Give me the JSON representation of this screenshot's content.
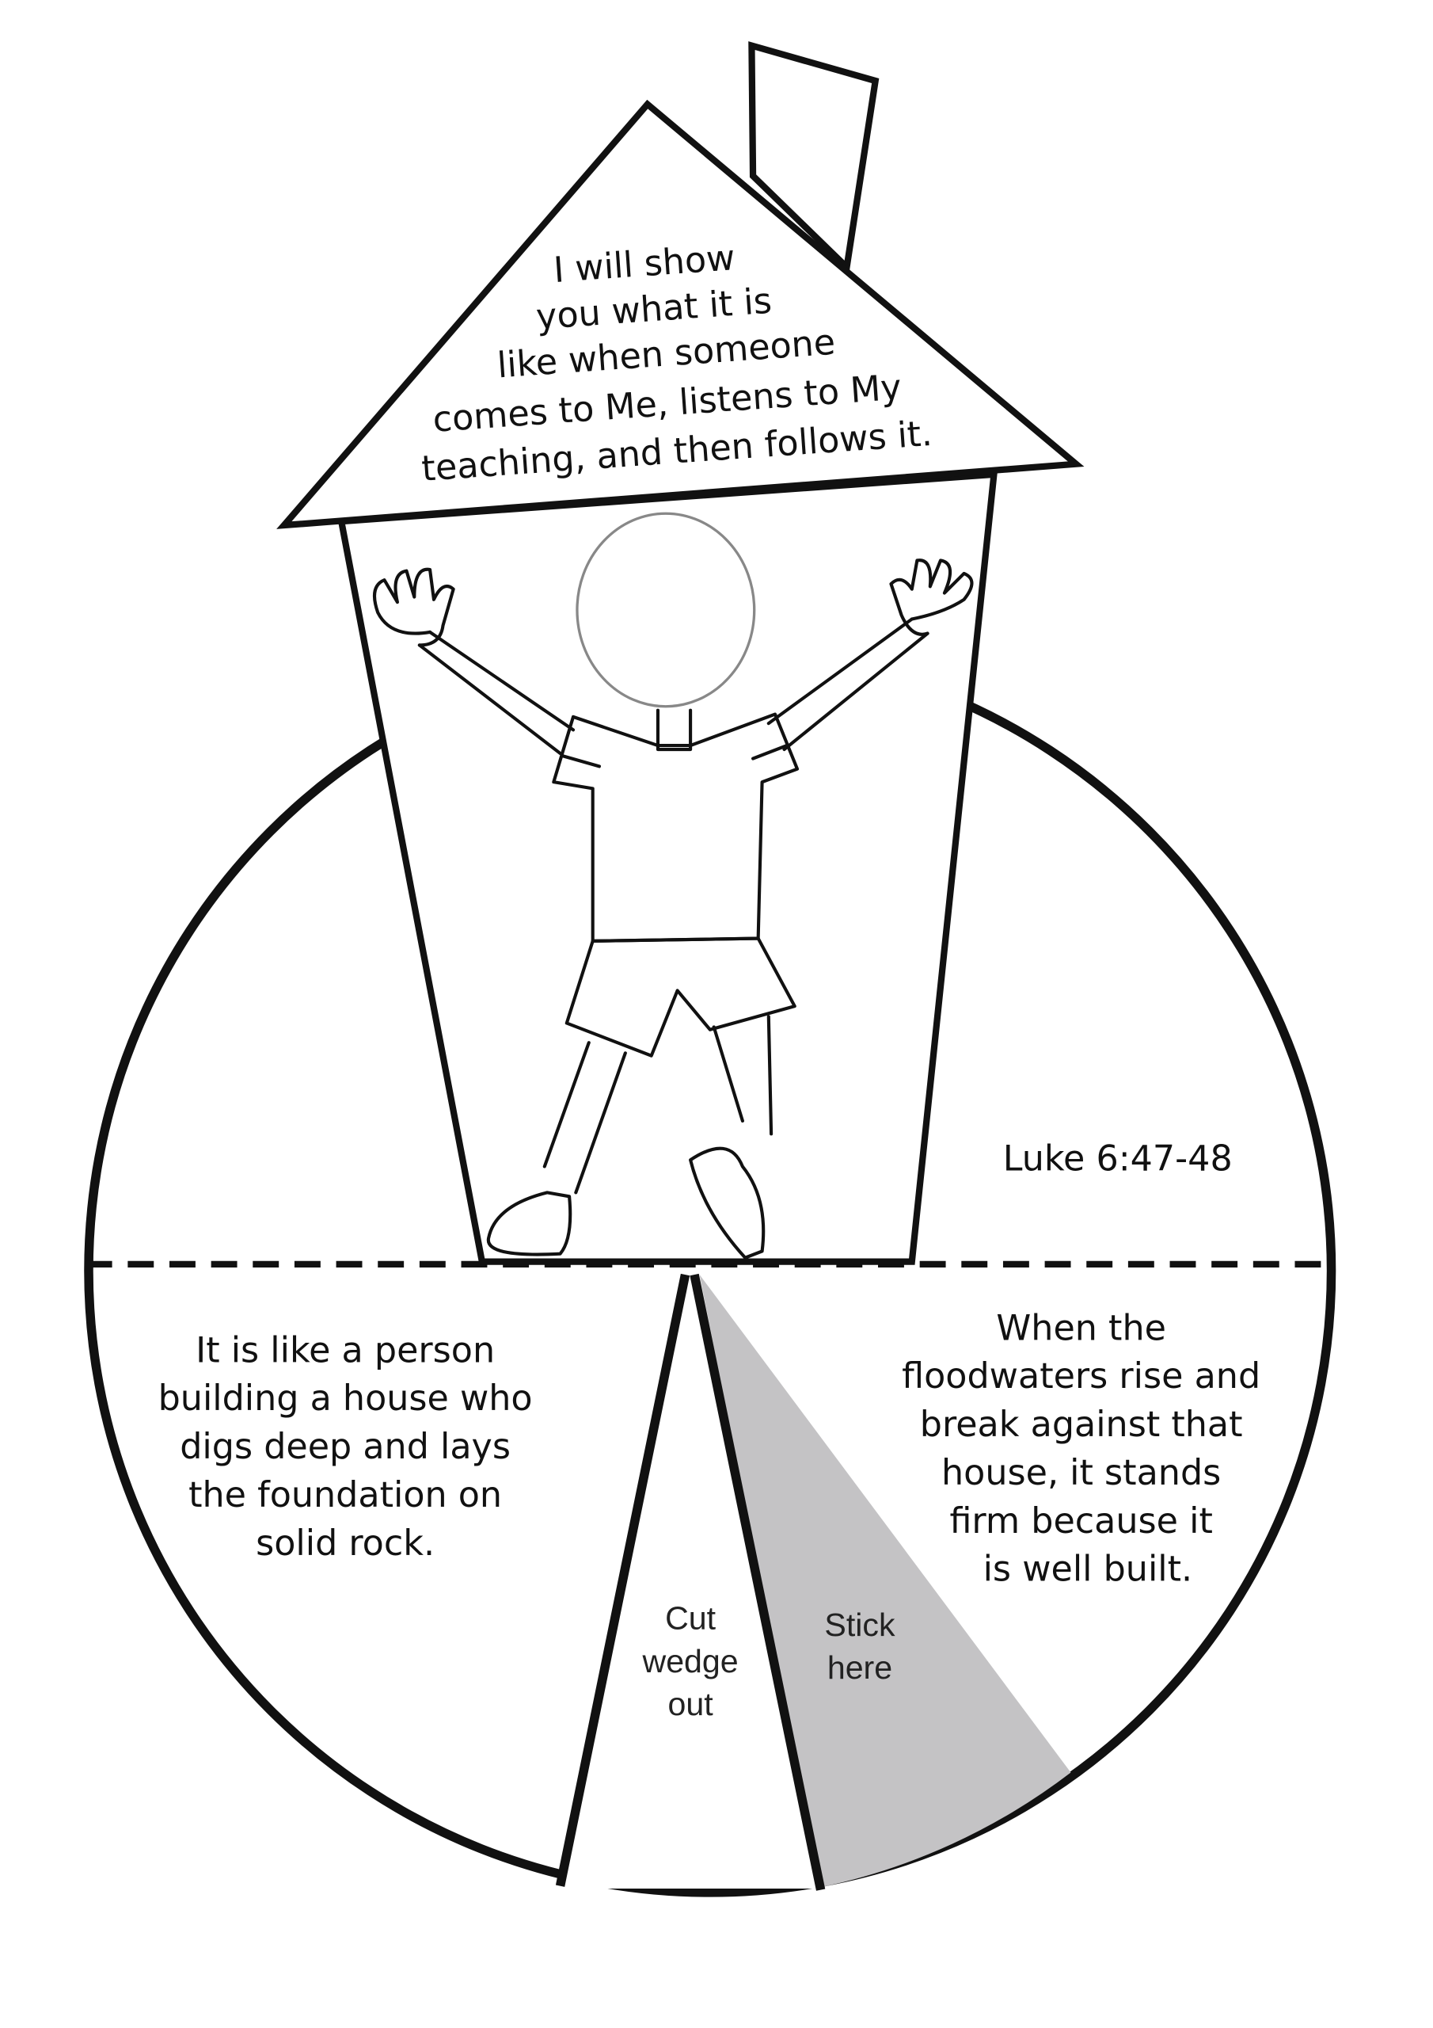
{
  "roof_text": [
    "I will show",
    "you what it is",
    "like when someone",
    "comes to Me, listens to My",
    "teaching, and then follows it."
  ],
  "reference": "Luke 6:47-48",
  "left_text": [
    "It is like a person",
    "building a house who",
    "digs deep and lays",
    "the foundation on",
    "solid rock."
  ],
  "right_text": [
    "When the",
    "floodwaters rise and",
    "break against that",
    "house, it stands",
    "firm because it",
    "is well built."
  ],
  "cut_text": [
    "Cut",
    "wedge",
    "out"
  ],
  "stick_text": [
    "Stick",
    "here"
  ],
  "colors": {
    "line": "#111111",
    "stick_area": "#c4c3c5",
    "face_outline": "#888888"
  }
}
